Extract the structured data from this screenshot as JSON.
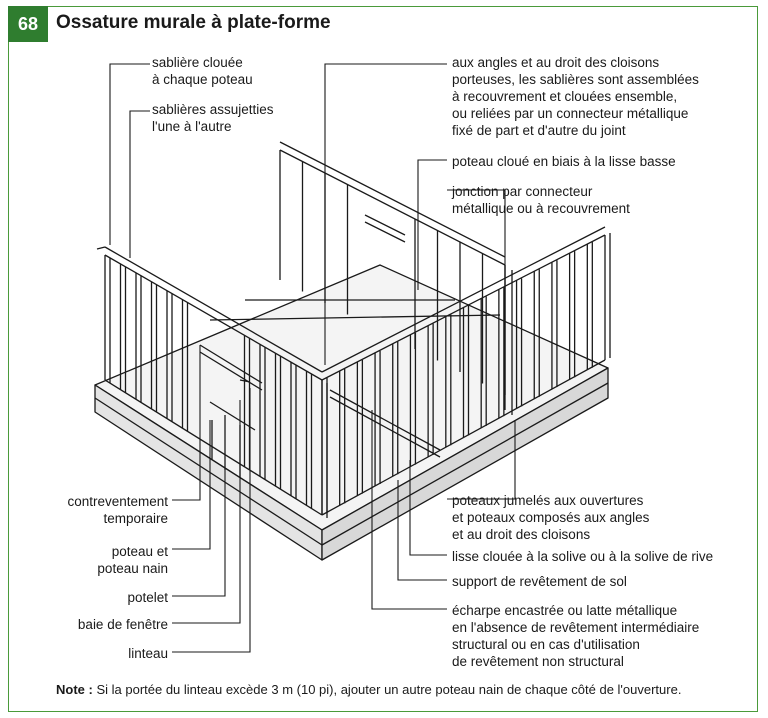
{
  "figure": {
    "number": "68",
    "title": "Ossature murale à plate-forme"
  },
  "labels": {
    "top_plate_nailed": [
      "sablière clouée",
      "à chaque poteau"
    ],
    "top_plates_secured": [
      "sablières assujetties",
      "l'une à l'autre"
    ],
    "corner_plates": [
      "aux angles et au droit des cloisons",
      "porteuses, les sablières sont assemblées",
      "à recouvrement et clouées ensemble,",
      "ou reliées par un connecteur métallique",
      "fixé de part et d'autre du joint"
    ],
    "stud_toe_nailed": [
      "poteau cloué en biais à la lisse basse"
    ],
    "junction": [
      "jonction par connecteur",
      "métallique ou à recouvrement"
    ],
    "temporary_bracing": [
      "contreventement",
      "temporaire"
    ],
    "stud_jack": [
      "poteau et",
      "poteau nain"
    ],
    "cripple": [
      "potelet"
    ],
    "window_opening": [
      "baie de fenêtre"
    ],
    "header": [
      "linteau"
    ],
    "doubled_studs": [
      "poteaux jumelés aux ouvertures",
      "et poteaux composés aux angles",
      "et au droit des cloisons"
    ],
    "sole_plate": [
      "lisse clouée à la solive ou à la solive de rive"
    ],
    "subfloor": [
      "support de revêtement de sol"
    ],
    "let_in_brace": [
      "écharpe encastrée ou latte métallique",
      "en l'absence de revêtement intermédiaire",
      "structural ou en cas d'utilisation",
      "de revêtement non structural"
    ]
  },
  "note": {
    "prefix": "Note :",
    "text": " Si la portée du linteau excède 3 m (10 pi), ajouter un autre poteau nain de chaque côté de l'ouverture."
  },
  "colors": {
    "accent": "#2f7d2f",
    "frame": "#4a9a3a",
    "lines": "#1a1a1a"
  }
}
